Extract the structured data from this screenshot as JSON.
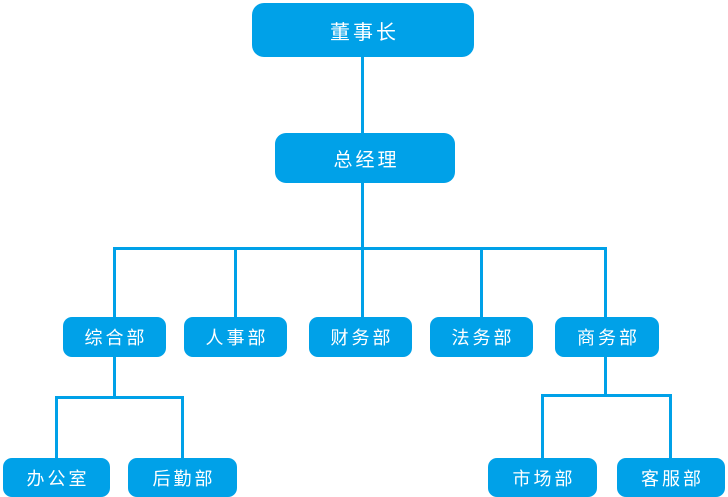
{
  "colors": {
    "node_fill": "#00a1e8",
    "connector": "#00a1e8",
    "text": "#ffffff",
    "background": "#ffffff"
  },
  "org_chart": {
    "nodes": {
      "chairman": {
        "label": "董事长"
      },
      "general_manager": {
        "label": "总经理"
      },
      "general_affairs": {
        "label": "综合部"
      },
      "hr": {
        "label": "人事部"
      },
      "finance": {
        "label": "财务部"
      },
      "legal": {
        "label": "法务部"
      },
      "business": {
        "label": "商务部"
      },
      "office": {
        "label": "办公室"
      },
      "logistics": {
        "label": "后勤部"
      },
      "marketing": {
        "label": "市场部"
      },
      "customer_service": {
        "label": "客服部"
      }
    },
    "hierarchy": {
      "chairman": [
        "general_manager"
      ],
      "general_manager": [
        "general_affairs",
        "hr",
        "finance",
        "legal",
        "business"
      ],
      "general_affairs": [
        "office",
        "logistics"
      ],
      "business": [
        "marketing",
        "customer_service"
      ]
    }
  }
}
